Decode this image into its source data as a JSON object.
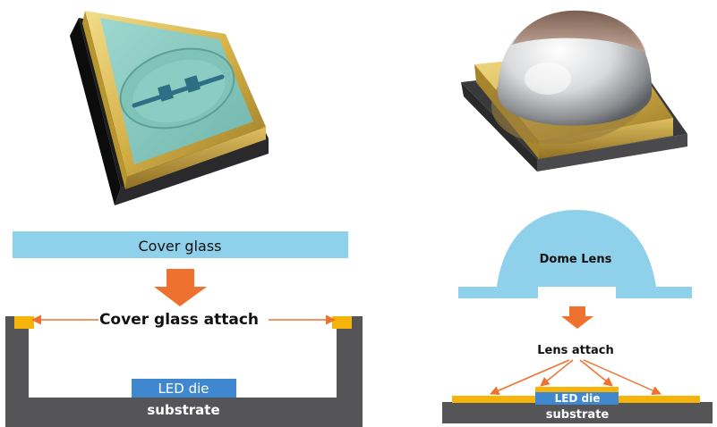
{
  "left": {
    "cover_glass_label": "Cover glass",
    "attach_label": "Cover glass attach",
    "die_label": "LED die",
    "substrate_label": "substrate"
  },
  "right": {
    "lens_label": "Dome Lens",
    "attach_label": "Lens attach",
    "die_label": "LED die",
    "substrate_label": "substrate"
  },
  "colors": {
    "glass": "#8fd0ea",
    "arrow": "#ee7130",
    "attach": "#f6b40a",
    "package": "#555557",
    "die": "#3f88d0",
    "gold": "#d8b94a"
  },
  "icons": [
    "flow-arrow-icon",
    "callout-arrow-icon"
  ]
}
